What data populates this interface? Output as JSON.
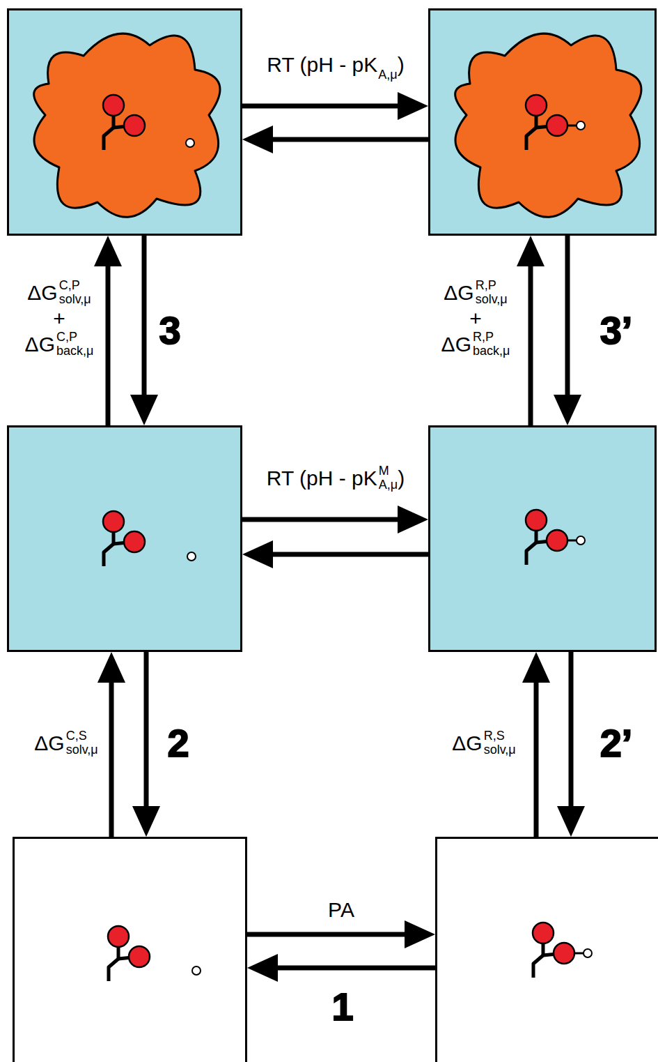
{
  "diagram": {
    "nodes": [
      {
        "text": []
      },
      {
        "text": []
      },
      {
        "text": []
      },
      {
        "text": []
      },
      {
        "text": []
      },
      {
        "text": []
      }
    ],
    "edges": [
      {
        "from": 0,
        "to": 1,
        "arrow": "to",
        "label": "RT (pH - pK"
      },
      {
        "from": 1,
        "to": 0,
        "arrow": "to"
      },
      {
        "from": 2,
        "to": 0,
        "arrow": "to",
        "label": "ΔG"
      },
      {
        "from": 0,
        "to": 2,
        "arrow": "to"
      },
      {
        "from": 3,
        "to": 1,
        "arrow": "to",
        "label": "ΔG"
      },
      {
        "from": 1,
        "to": 3,
        "arrow": "to"
      },
      {
        "from": 2,
        "to": 3,
        "arrow": "to",
        "label": "RT (pH - pK"
      },
      {
        "from": 3,
        "to": 2,
        "arrow": "to"
      },
      {
        "from": 4,
        "to": 2,
        "arrow": "to",
        "label": "ΔG"
      },
      {
        "from": 2,
        "to": 4,
        "arrow": "to"
      },
      {
        "from": 5,
        "to": 3,
        "arrow": "to",
        "label": "ΔG"
      },
      {
        "from": 3,
        "to": 5,
        "arrow": "to"
      },
      {
        "from": 4,
        "to": 5,
        "arrow": "to",
        "label": "PA"
      },
      {
        "from": 5,
        "to": 4,
        "arrow": "to"
      }
    ],
    "labels": [
      "A,μ",
      ")",
      "M",
      "A,μ",
      ")",
      "C,P",
      "solv,μ",
      "+",
      "ΔG",
      "C,P",
      "back,μ",
      "R,P",
      "solv,μ",
      "+",
      "ΔG",
      "R,P",
      "back,μ",
      "C,S",
      "solv,μ",
      "R,S",
      "solv,μ",
      "3",
      "3’",
      "2",
      "2’",
      "1"
    ]
  }
}
